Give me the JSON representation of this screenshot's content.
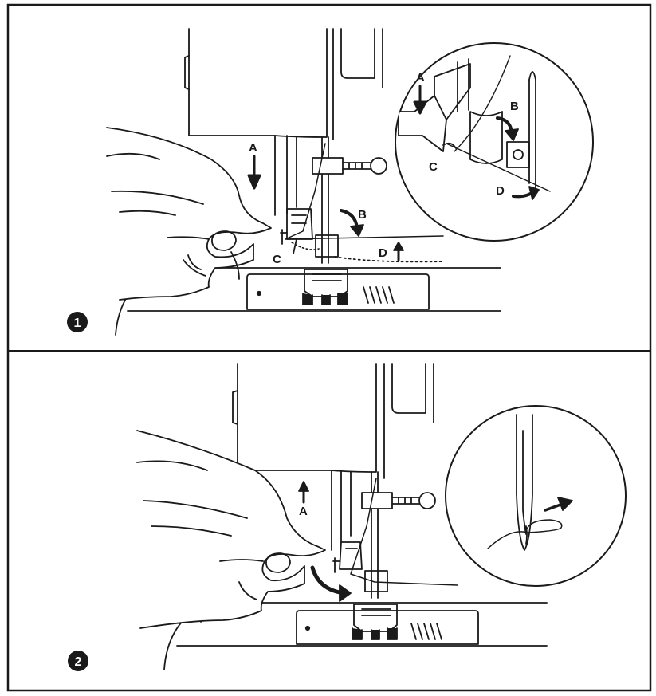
{
  "panel_1": {
    "step_number": "1",
    "labels": {
      "a": "A",
      "b": "B",
      "c": "C",
      "d": "D"
    },
    "inset_labels": {
      "a": "A",
      "b": "B",
      "c": "C",
      "d": "D"
    }
  },
  "panel_2": {
    "step_number": "2",
    "labels": {
      "a": "A"
    }
  },
  "colors": {
    "line": "#1a1a1a",
    "background": "#ffffff"
  }
}
